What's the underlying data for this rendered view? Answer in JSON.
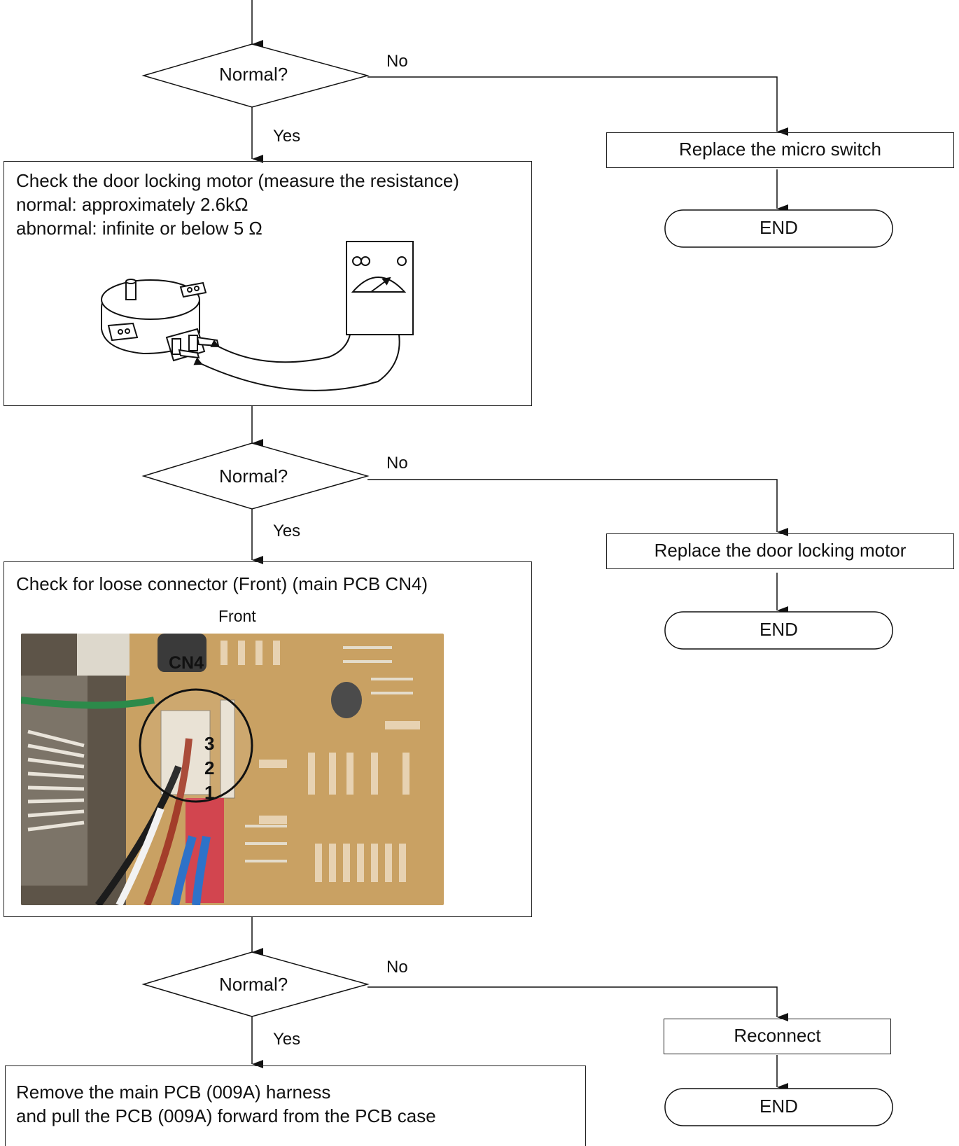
{
  "decisions": [
    {
      "question": "Normal?",
      "no": "No",
      "yes": "Yes"
    },
    {
      "question": "Normal?",
      "no": "No",
      "yes": "Yes"
    },
    {
      "question": "Normal?",
      "no": "No",
      "yes": "Yes"
    }
  ],
  "check_motor": {
    "lines": [
      "Check the door locking motor (measure the resistance)",
      "normal: approximately 2.6kΩ",
      "abnormal: infinite or below 5 Ω"
    ]
  },
  "check_connector": {
    "title": "Check for loose connector (Front) (main PCB CN4)",
    "caption": "Front",
    "photo_labels": {
      "connector": "CN4",
      "pin3": "3",
      "pin2": "2",
      "pin1": "1"
    }
  },
  "final_step": {
    "lines": [
      "Remove the main PCB (009A) harness",
      "and pull the PCB (009A) forward from the PCB case"
    ]
  },
  "actions": [
    {
      "label": "Replace the micro switch",
      "end": "END"
    },
    {
      "label": "Replace the door locking motor",
      "end": "END"
    },
    {
      "label": "Reconnect",
      "end": "END"
    }
  ]
}
